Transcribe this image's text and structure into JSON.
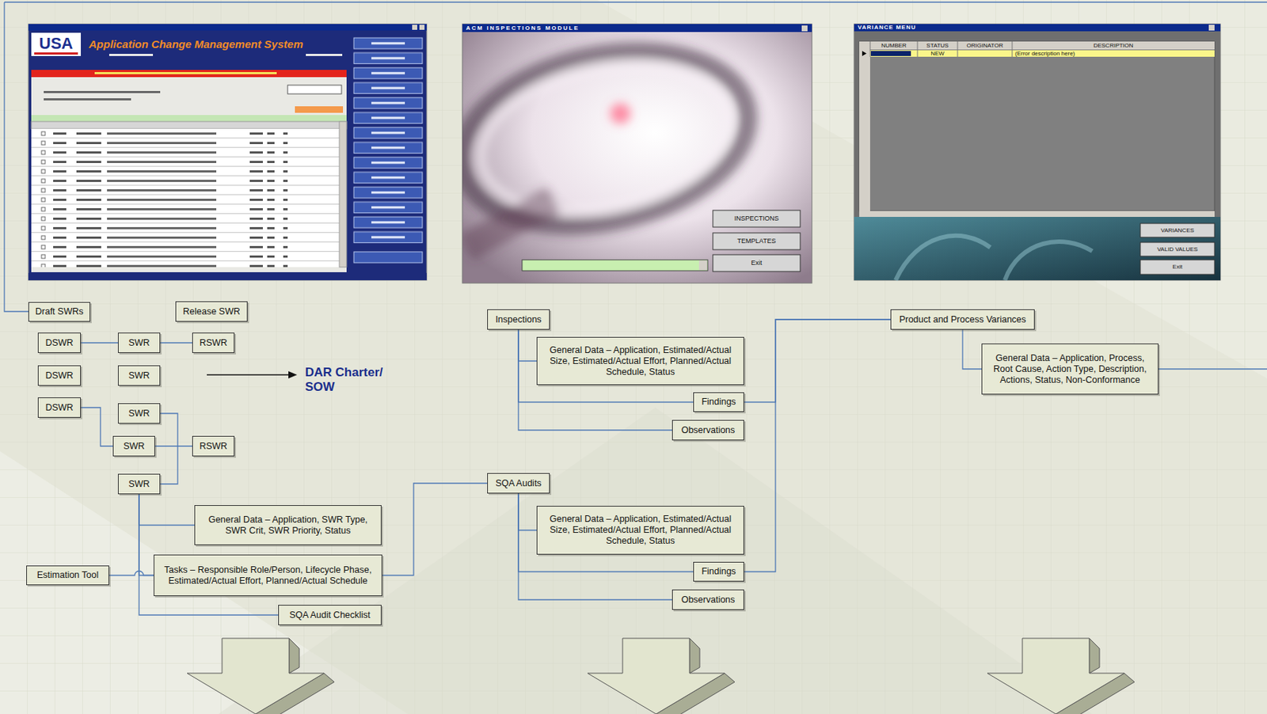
{
  "diagram": {
    "nodes": [
      {
        "text": [
          "Draft SWRs"
        ]
      },
      {
        "text": [
          "Release SWR"
        ]
      },
      {
        "text": [
          "DSWR"
        ]
      },
      {
        "text": [
          "SWR"
        ]
      },
      {
        "text": [
          "RSWR"
        ]
      },
      {
        "text": [
          "DSWR"
        ]
      },
      {
        "text": [
          "SWR"
        ]
      },
      {
        "text": [
          "DSWR"
        ]
      },
      {
        "text": [
          "SWR"
        ]
      },
      {
        "text": [
          "SWR"
        ]
      },
      {
        "text": [
          "RSWR"
        ]
      },
      {
        "text": [
          "SWR"
        ]
      },
      {
        "text": [
          "General Data – Application, SWR Type, SWR Crit, SWR Priority, Status"
        ]
      },
      {
        "text": [
          "Tasks – Responsible Role/Person, Lifecycle Phase, Estimated/Actual Effort, Planned/Actual Schedule"
        ]
      },
      {
        "text": [
          "Estimation Tool"
        ]
      },
      {
        "text": [
          "SQA Audit Checklist"
        ]
      },
      {
        "text": [
          "Inspections"
        ]
      },
      {
        "text": [
          "General Data – Application, Estimated/Actual Size, Estimated/Actual Effort, Planned/Actual Schedule, Status"
        ]
      },
      {
        "text": [
          "Findings"
        ]
      },
      {
        "text": [
          "Observations"
        ]
      },
      {
        "text": [
          "SQA Audits"
        ]
      },
      {
        "text": [
          "General Data – Application, Estimated/Actual Size, Estimated/Actual Effort, Planned/Actual Schedule, Status"
        ]
      },
      {
        "text": [
          "Findings"
        ]
      },
      {
        "text": [
          "Observations"
        ]
      },
      {
        "text": [
          "Product and Process Variances"
        ]
      },
      {
        "text": [
          "General Data – Application, Process, Root Cause, Action Type, Description, Actions, Status, Non-Conformance"
        ]
      }
    ],
    "edges": [
      {
        "from": 2,
        "to": 3,
        "arrow": "none"
      },
      {
        "from": 3,
        "to": 4,
        "arrow": "none"
      },
      {
        "from": 7,
        "to": 9,
        "arrow": "none"
      },
      {
        "from": 9,
        "to": 10,
        "arrow": "none"
      },
      {
        "from": 8,
        "to": 11,
        "arrow": "none"
      },
      {
        "from": 11,
        "to": 12,
        "arrow": "none"
      },
      {
        "from": 11,
        "to": 13,
        "arrow": "none"
      },
      {
        "from": 11,
        "to": 15,
        "arrow": "none"
      },
      {
        "from": 14,
        "to": 13,
        "arrow": "none"
      },
      {
        "from": 13,
        "to": 20,
        "arrow": "none"
      },
      {
        "from": 16,
        "to": 17,
        "arrow": "none"
      },
      {
        "from": 16,
        "to": 18,
        "arrow": "none"
      },
      {
        "from": 16,
        "to": 19,
        "arrow": "none"
      },
      {
        "from": 20,
        "to": 21,
        "arrow": "none"
      },
      {
        "from": 20,
        "to": 22,
        "arrow": "none"
      },
      {
        "from": 20,
        "to": 23,
        "arrow": "none"
      },
      {
        "from": 18,
        "to": 24,
        "arrow": "none"
      },
      {
        "from": 22,
        "to": 24,
        "arrow": "none"
      },
      {
        "from": 24,
        "to": 25,
        "arrow": "none"
      }
    ],
    "labels": [
      "DAR Charter/ SOW",
      "USA",
      "Application Change Management System",
      "ACM INSPECTIONS MODULE",
      "INSPECTIONS",
      "TEMPLATES",
      "Exit",
      "VARIANCE MENU",
      "NUMBER",
      "STATUS",
      "ORIGINATOR",
      "DESCRIPTION",
      "NEW",
      "(Error description here)",
      "VARIANCES",
      "VALID VALUES",
      "Exit"
    ]
  }
}
